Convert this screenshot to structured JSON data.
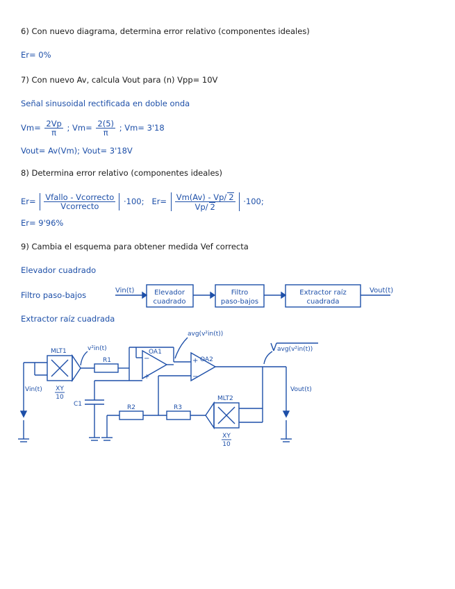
{
  "q6": {
    "title": "6) Con nuevo diagrama, determina error relativo (componentes ideales)",
    "answer": "Er= 0%"
  },
  "q7": {
    "title": "7) Con nuevo Av, calcula Vout para (n) Vpp= 10V",
    "subtitle": "Señal sinusoidal rectificada en doble onda",
    "f1_lhs": "Vm=",
    "f1_num1": "2Vp",
    "f1_den1": "π",
    "f1_mid": "; Vm=",
    "f1_num2": "2(5)",
    "f1_den2": "π",
    "f1_rhs": "; Vm= 3'18",
    "f2": "Vout= Av(Vm); Vout= 3'18V"
  },
  "q8": {
    "title": "8) Determina error relativo (componentes ideales)",
    "er1_lhs": "Er=",
    "er1_num": "Vfallo - Vcorrecto",
    "er1_den": "Vcorrecto",
    "er1_rhs": "·100;",
    "er2_lhs": "Er=",
    "er2_num_a": "Vm(Av) - Vp/",
    "er2_num_b": "2",
    "er2_den_a": "Vp/",
    "er2_den_b": "2",
    "er2_rhs": "·100;",
    "answer": "Er= 9'96%"
  },
  "q9": {
    "title": "9) Cambia el esquema para obtener medida Vef correcta",
    "list": [
      "Elevador cuadrado",
      "Filtro paso-bajos",
      "Extractor raíz cuadrada"
    ]
  },
  "block_diagram": {
    "input": "Vin(t)",
    "output": "Vout(t)",
    "blocks": [
      {
        "line1": "Elevador",
        "line2": "cuadrado"
      },
      {
        "line1": "Filtro",
        "line2": "paso-bajos"
      },
      {
        "line1": "Extractor raíz",
        "line2": "cuadrada"
      }
    ]
  },
  "circuit": {
    "mlt1": "MLT1",
    "mlt2": "MLT2",
    "mlt1_formula": {
      "num": "XY",
      "den": "10"
    },
    "mlt2_formula": {
      "num": "XY",
      "den": "10"
    },
    "v2": "v²in(t)",
    "avg": "avg(v²in(t))",
    "sqrt_avg": "avg(v²in(t))",
    "oa1": "OA1",
    "oa2": "OA2",
    "r1": "R1",
    "r2": "R2",
    "r3": "R3",
    "c1": "C1",
    "vin": "Vin(t)",
    "vout": "Vout(t)",
    "minus": "−",
    "plus": "+"
  },
  "colors": {
    "black_ink": "#1a1a1a",
    "blue_ink": "#1d4fa8"
  }
}
